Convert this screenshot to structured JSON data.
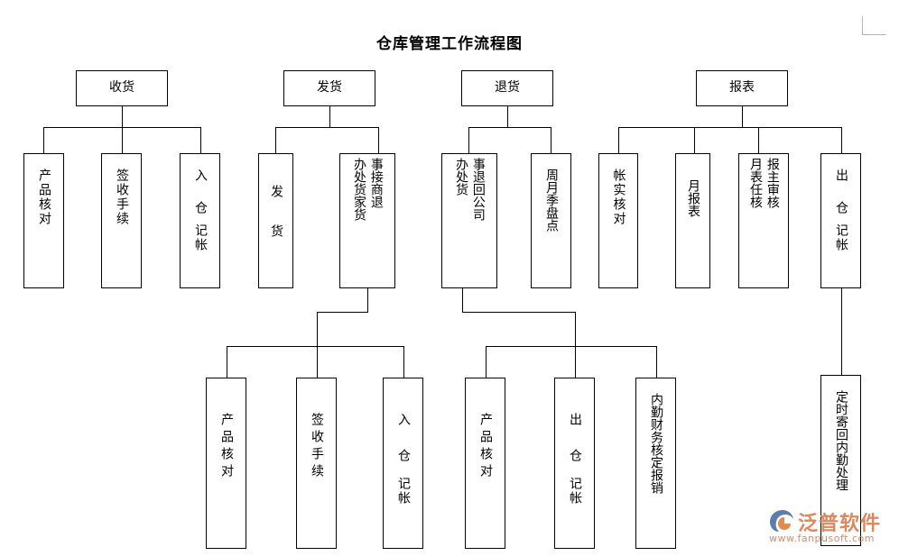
{
  "doc": {
    "title": "仓库管理工作流程图",
    "type": "flowchart",
    "orientation": "top-down",
    "box_border_color": "#000000",
    "background": "#ffffff",
    "text_color": "#000000"
  },
  "groups": [
    {
      "id": "receiving",
      "header": "收货",
      "children": [
        "产品核对",
        "签收手续",
        "入仓  记帐"
      ]
    },
    {
      "id": "shipping",
      "header": "发货",
      "children": [
        "发  货",
        "接商家退货\n办处事处货"
      ]
    },
    {
      "id": "returns",
      "header": "退货",
      "children": [
        "事退回公司\n办处货",
        "周月季盘点"
      ]
    },
    {
      "id": "reports",
      "header": "报表",
      "children": [
        "帐实核对",
        "月报表",
        "报主审核\n月表任核",
        "出仓  记帐"
      ]
    }
  ],
  "nodes": {
    "g1_header": "收货",
    "g2_header": "发货",
    "g3_header": "退货",
    "g4_header": "报表",
    "g1_c1": "产品核对",
    "g1_c2": "签收手续",
    "g1_c3_a": "入仓",
    "g1_c3_b": "记帐",
    "g2_c1": "发货",
    "g2_c2_right": "事接商退",
    "g2_c2_left": "办处货家货",
    "g3_c1_right": "事退回公司",
    "g3_c1_left": "办处货",
    "g3_c2": "周月季盘点",
    "g4_c1": "帐实核对",
    "g4_c2": "月报表",
    "g4_c3_right": "报主审核",
    "g4_c3_left": "月表任核",
    "g4_c4_a": "出仓",
    "g4_c4_b": "记帐",
    "b1_c1": "产品核对",
    "b1_c2": "签收手续",
    "b1_c3_a": "入仓",
    "b1_c3_b": "记帐",
    "b2_c1": "产品核对",
    "b2_c2_a": "出仓",
    "b2_c2_b": "记帐",
    "b2_c3": "内勤财务核定报销",
    "b3_c1": "定时寄回内勤处理"
  },
  "watermark": {
    "brand": "泛普软件",
    "url": "www.fanpusoft.com",
    "brand_color": "#d98a5e",
    "url_color": "#c98f74"
  }
}
